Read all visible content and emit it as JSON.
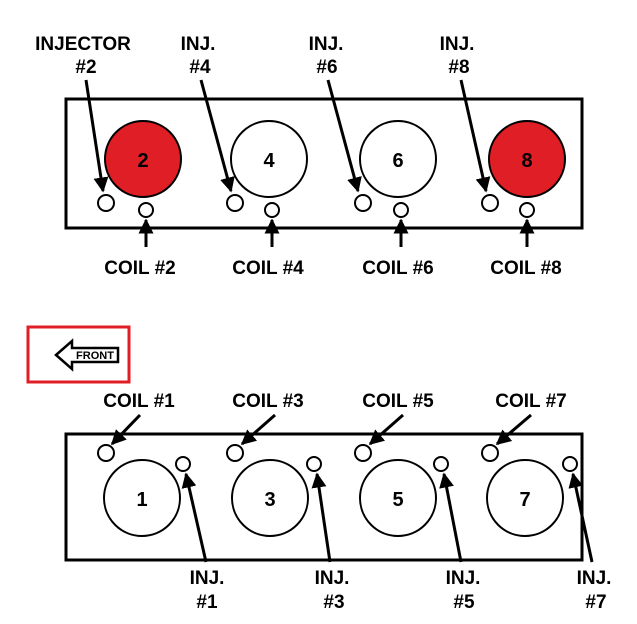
{
  "top_bank": {
    "labels": {
      "injector_2_line1": "INJECTOR",
      "injector_2_line2": "#2",
      "inj_4_line1": "INJ.",
      "inj_4_line2": "#4",
      "inj_6_line1": "INJ.",
      "inj_6_line2": "#6",
      "inj_8_line1": "INJ.",
      "inj_8_line2": "#8",
      "coil_2": "COIL #2",
      "coil_4": "COIL #4",
      "coil_6": "COIL #6",
      "coil_8": "COIL #8"
    },
    "cylinders": [
      {
        "number": "2",
        "highlighted": true
      },
      {
        "number": "4",
        "highlighted": false
      },
      {
        "number": "6",
        "highlighted": false
      },
      {
        "number": "8",
        "highlighted": true
      }
    ]
  },
  "front_indicator": {
    "text": "FRONT",
    "box_color": "#e01e25"
  },
  "bottom_bank": {
    "labels": {
      "coil_1": "COIL #1",
      "coil_3": "COIL #3",
      "coil_5": "COIL #5",
      "coil_7": "COIL #7",
      "inj_1_line1": "INJ.",
      "inj_1_line2": "#1",
      "inj_3_line1": "INJ.",
      "inj_3_line2": "#3",
      "inj_5_line1": "INJ.",
      "inj_5_line2": "#5",
      "inj_7_line1": "INJ.",
      "inj_7_line2": "#7"
    },
    "cylinders": [
      {
        "number": "1",
        "highlighted": false
      },
      {
        "number": "3",
        "highlighted": false
      },
      {
        "number": "5",
        "highlighted": false
      },
      {
        "number": "7",
        "highlighted": false
      }
    ]
  },
  "colors": {
    "highlight": "#e01e25",
    "line": "#000000",
    "background": "#ffffff"
  }
}
